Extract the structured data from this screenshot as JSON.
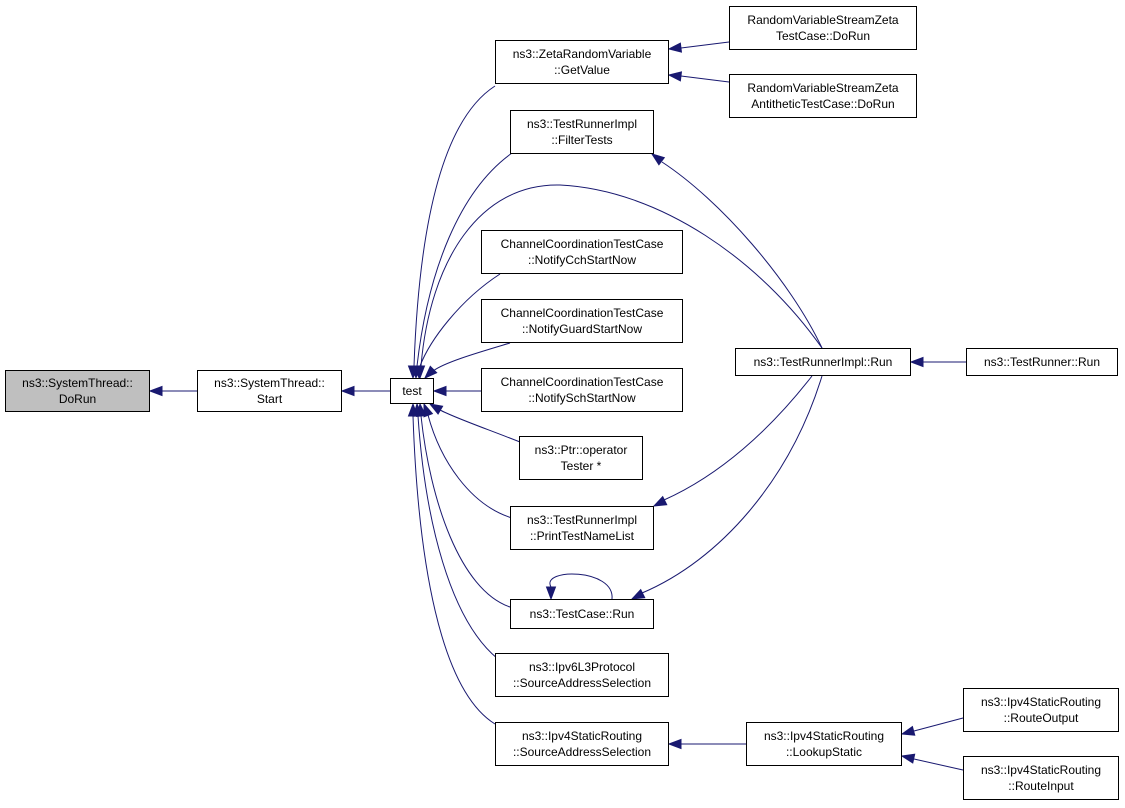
{
  "nodes": [
    {
      "id": "systemthread-dorun",
      "lines": [
        "ns3::SystemThread::",
        "DoRun"
      ],
      "root": true
    },
    {
      "id": "systemthread-start",
      "lines": [
        "ns3::SystemThread::",
        "Start"
      ]
    },
    {
      "id": "test",
      "lines": [
        "test"
      ]
    },
    {
      "id": "zeta-getvalue",
      "lines": [
        "ns3::ZetaRandomVariable",
        "::GetValue"
      ]
    },
    {
      "id": "filtertests",
      "lines": [
        "ns3::TestRunnerImpl",
        "::FilterTests"
      ]
    },
    {
      "id": "notifycch",
      "lines": [
        "ChannelCoordinationTestCase",
        "::NotifyCchStartNow"
      ]
    },
    {
      "id": "notifyguard",
      "lines": [
        "ChannelCoordinationTestCase",
        "::NotifyGuardStartNow"
      ]
    },
    {
      "id": "notifysch",
      "lines": [
        "ChannelCoordinationTestCase",
        "::NotifySchStartNow"
      ]
    },
    {
      "id": "ptr-operator",
      "lines": [
        "ns3::Ptr::operator",
        "Tester *"
      ]
    },
    {
      "id": "printtestnamelist",
      "lines": [
        "ns3::TestRunnerImpl",
        "::PrintTestNameList"
      ]
    },
    {
      "id": "testcase-run",
      "lines": [
        "ns3::TestCase::Run"
      ]
    },
    {
      "id": "ipv6-sas",
      "lines": [
        "ns3::Ipv6L3Protocol",
        "::SourceAddressSelection"
      ]
    },
    {
      "id": "ipv4-sas",
      "lines": [
        "ns3::Ipv4StaticRouting",
        "::SourceAddressSelection"
      ]
    },
    {
      "id": "zeta-testcase",
      "lines": [
        "RandomVariableStreamZeta",
        "TestCase::DoRun"
      ]
    },
    {
      "id": "zeta-antithetic",
      "lines": [
        "RandomVariableStreamZeta",
        "AntitheticTestCase::DoRun"
      ]
    },
    {
      "id": "testrunnerimpl-run",
      "lines": [
        "ns3::TestRunnerImpl::Run"
      ]
    },
    {
      "id": "lookupstatic",
      "lines": [
        "ns3::Ipv4StaticRouting",
        "::LookupStatic"
      ]
    },
    {
      "id": "testrunner-run",
      "lines": [
        "ns3::TestRunner::Run"
      ]
    },
    {
      "id": "routeoutput",
      "lines": [
        "ns3::Ipv4StaticRouting",
        "::RouteOutput"
      ]
    },
    {
      "id": "routeinput",
      "lines": [
        "ns3::Ipv4StaticRouting",
        "::RouteInput"
      ]
    }
  ],
  "edges": [
    {
      "from": "systemthread-dorun",
      "to": "systemthread-start"
    },
    {
      "from": "systemthread-start",
      "to": "test"
    },
    {
      "from": "test",
      "to": "zeta-getvalue"
    },
    {
      "from": "test",
      "to": "filtertests"
    },
    {
      "from": "test",
      "to": "notifycch"
    },
    {
      "from": "test",
      "to": "notifyguard"
    },
    {
      "from": "test",
      "to": "notifysch"
    },
    {
      "from": "test",
      "to": "ptr-operator"
    },
    {
      "from": "test",
      "to": "printtestnamelist"
    },
    {
      "from": "test",
      "to": "testcase-run"
    },
    {
      "from": "test",
      "to": "ipv6-sas"
    },
    {
      "from": "test",
      "to": "ipv4-sas"
    },
    {
      "from": "test",
      "to": "testrunnerimpl-run"
    },
    {
      "from": "zeta-getvalue",
      "to": "zeta-testcase"
    },
    {
      "from": "zeta-getvalue",
      "to": "zeta-antithetic"
    },
    {
      "from": "filtertests",
      "to": "testrunnerimpl-run"
    },
    {
      "from": "printtestnamelist",
      "to": "testrunnerimpl-run"
    },
    {
      "from": "testcase-run",
      "to": "testrunnerimpl-run"
    },
    {
      "from": "testcase-run",
      "to": "testcase-run"
    },
    {
      "from": "testrunnerimpl-run",
      "to": "testrunner-run"
    },
    {
      "from": "ipv4-sas",
      "to": "lookupstatic"
    },
    {
      "from": "lookupstatic",
      "to": "routeoutput"
    },
    {
      "from": "lookupstatic",
      "to": "routeinput"
    }
  ],
  "colors": {
    "edge": "#191970",
    "root_fill": "#bfbfbf",
    "node_fill": "#ffffff",
    "border": "#000000"
  }
}
